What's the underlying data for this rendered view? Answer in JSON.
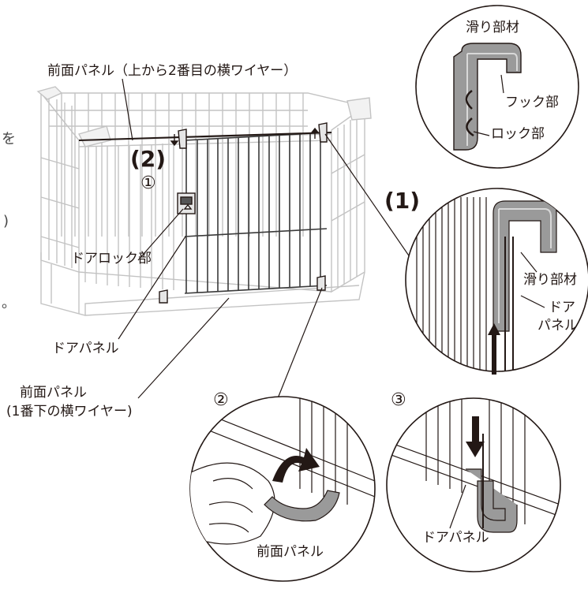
{
  "labels": {
    "front_panel_top": "前面パネル（上から2番目の横ワイヤー）",
    "door_lock": "ドアロック部",
    "door_panel_main": "ドアパネル",
    "front_panel_bottom_line1": "前面パネル",
    "front_panel_bottom_line2": "(1番下の横ワイヤー)",
    "slide_member_top": "滑り部材",
    "hook_part": "フック部",
    "lock_part": "ロック部",
    "step1": "(1)",
    "slide_member_detail": "滑り部材",
    "door_detail_line1": "ドア",
    "door_detail_line2": "パネル",
    "step2_left": "(2)",
    "marker_1": "①",
    "marker_2": "②",
    "marker_3": "③",
    "front_panel_detail2": "前面パネル",
    "door_panel_detail3": "ドアパネル",
    "edge_frag_1": "を",
    "edge_frag_2": ")",
    "edge_frag_3": "。"
  },
  "colors": {
    "line": "#231815",
    "cage": "#bfbfbf",
    "door": "#3a3a3a",
    "part_fill": "#9a9a9a",
    "part_fill_light": "#b8b8b8"
  }
}
